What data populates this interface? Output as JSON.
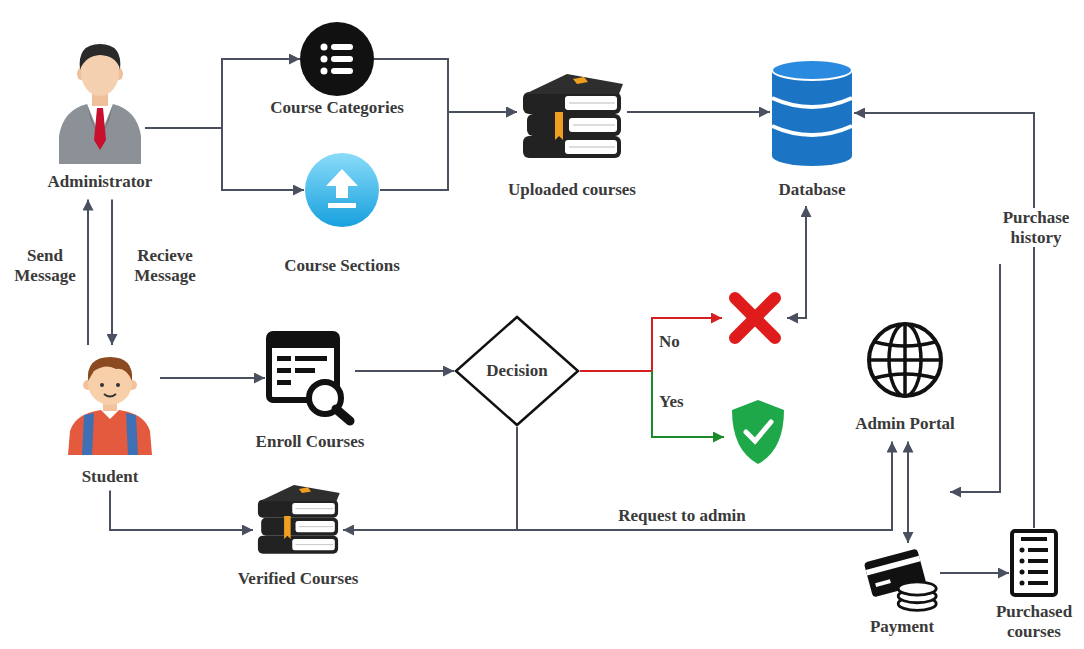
{
  "diagram": {
    "nodes": [
      {
        "text": [
          "Administrator"
        ]
      },
      {
        "text": [
          "Course Categories"
        ]
      },
      {
        "text": [
          "Course Sections"
        ]
      },
      {
        "text": [
          "Uploaded courses"
        ]
      },
      {
        "text": [
          "Database"
        ]
      },
      {
        "text": [
          "Student"
        ]
      },
      {
        "text": [
          "Enroll Courses"
        ]
      },
      {
        "text": [
          "Decision"
        ]
      },
      {
        "text": [
          "Admin Portal"
        ]
      },
      {
        "text": [
          "Verified Courses"
        ]
      },
      {
        "text": [
          "Payment"
        ]
      },
      {
        "text": [
          "Purchased courses"
        ]
      }
    ],
    "edges": [
      {
        "from": 0,
        "to": 1,
        "arrow": "to"
      },
      {
        "from": 0,
        "to": 2,
        "arrow": "to"
      },
      {
        "from": 1,
        "to": 3,
        "arrow": "to"
      },
      {
        "from": 2,
        "to": 3,
        "arrow": "to"
      },
      {
        "from": 3,
        "to": 4,
        "arrow": "to"
      },
      {
        "from": 5,
        "to": 0,
        "label": "Send Message",
        "arrow": "to"
      },
      {
        "from": 0,
        "to": 5,
        "label": "Recieve Message",
        "arrow": "to"
      },
      {
        "from": 5,
        "to": 6,
        "arrow": "to"
      },
      {
        "from": 6,
        "to": 7,
        "arrow": "to"
      },
      {
        "from": 7,
        "to": 9,
        "arrow": "to"
      },
      {
        "from": 7,
        "to": 8,
        "label": "Request to admin",
        "arrow": "to"
      },
      {
        "from": 5,
        "to": 9,
        "arrow": "to"
      },
      {
        "from": 8,
        "to": 10,
        "arrow": "both"
      },
      {
        "from": 10,
        "to": 11,
        "arrow": "to"
      },
      {
        "from": 11,
        "to": 4,
        "label": "Purchase history",
        "arrow": "to"
      }
    ],
    "labels": [
      "No",
      "Yes"
    ]
  }
}
